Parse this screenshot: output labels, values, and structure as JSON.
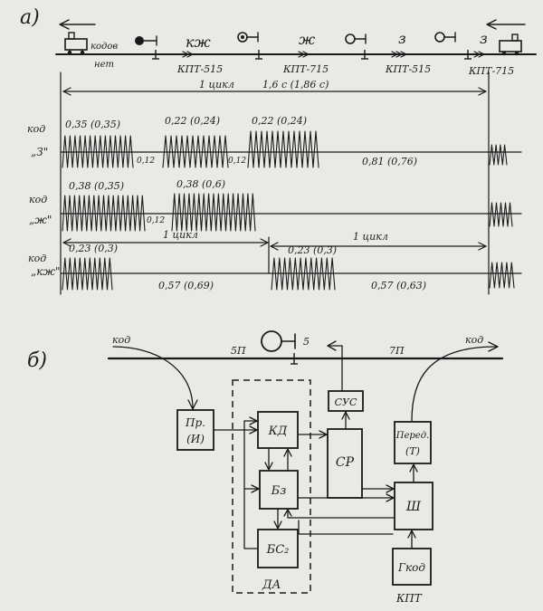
{
  "part_a": {
    "label": "а)",
    "track": {
      "no_code_label_1": "кодов",
      "no_code_label_2": "нет",
      "sections": [
        {
          "code": "кж",
          "kpt": "КПТ-515"
        },
        {
          "code": "ж",
          "kpt": "КПТ-715"
        },
        {
          "code": "з",
          "kpt": "КПТ-515"
        },
        {
          "code": "з",
          "kpt": "КПТ-715"
        }
      ]
    },
    "cycle": {
      "label": "1 цикл",
      "value": "1,6 с (1,86 с)"
    },
    "rows": [
      {
        "name": "код «З»",
        "line1": "код",
        "line2": "„З\"",
        "pulse_labels": [
          "0,35 (0,35)",
          "0,22 (0,24)",
          "0,22 (0,24)"
        ],
        "gap_labels": [
          "0,12",
          "0,12"
        ],
        "tail_label": "0,81 (0,76)"
      },
      {
        "name": "код «Ж»",
        "line1": "код",
        "line2": "„ж\"",
        "pulse_labels": [
          "0,38 (0,35)",
          "0,38 (0,6)"
        ],
        "gap_labels": [
          "0,12"
        ]
      },
      {
        "name": "код «КЖ»",
        "line1": "код",
        "line2": "„кж\"",
        "cycle_label_1": "1 цикл",
        "cycle_label_2": "1 цикл",
        "pulse_labels": [
          "0,23 (0,3)",
          "0,23 (0,3)"
        ],
        "space_labels": [
          "0,57 (0,69)",
          "0,57 (0,63)"
        ]
      }
    ]
  },
  "part_b": {
    "label": "б)",
    "track": {
      "code_in": "код",
      "code_out": "код",
      "section_left": "5П",
      "section_right": "7П",
      "signal": "5"
    },
    "blocks": {
      "receiver": [
        "Пр.",
        "(И)"
      ],
      "kd": "КД",
      "bz": "Бз",
      "bs": "БС₂",
      "sr": "СР",
      "sus": "СУС",
      "transmitter": [
        "Перед.",
        "(Т)"
      ],
      "sh": "Ш",
      "gen": "Гкод",
      "kpt": "КПТ",
      "da": "ДА"
    }
  }
}
